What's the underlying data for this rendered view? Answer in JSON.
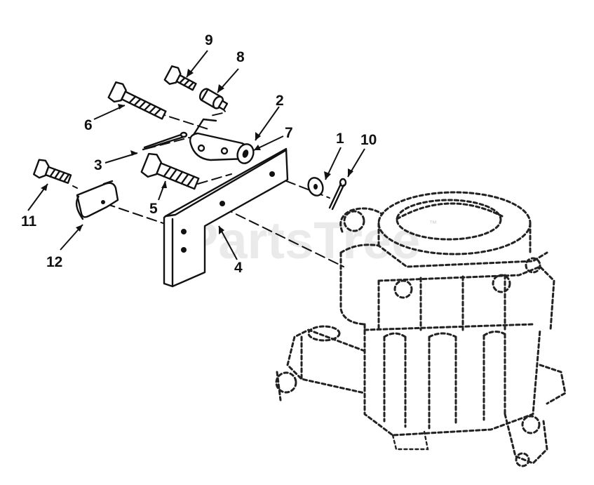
{
  "diagram": {
    "watermark": "PartsTree",
    "watermark_mark": "™",
    "callouts": [
      "1",
      "2",
      "3",
      "4",
      "5",
      "6",
      "7",
      "8",
      "9",
      "10",
      "11",
      "12"
    ],
    "colors": {
      "ink": "#111111",
      "watermark": "#d9d9d9",
      "background": "#ffffff"
    },
    "parts": [
      "hex-bolt-6",
      "hex-bolt-9",
      "hex-bolt-5",
      "hex-bolt-11",
      "spacer-8",
      "cotter-pin-3",
      "lever-2",
      "bushing-7",
      "bracket-4",
      "washer-1",
      "cotter-pin-10",
      "clip-12",
      "carburetor"
    ]
  }
}
